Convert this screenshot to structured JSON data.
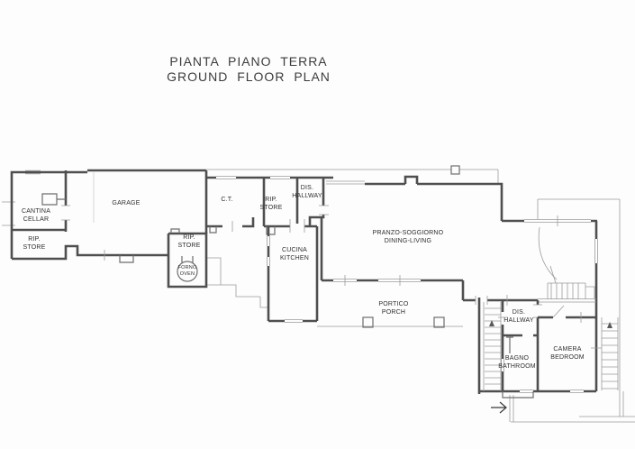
{
  "title": {
    "line1": "PIANTA PIANO TERRA",
    "line2": "GROUND FLOOR PLAN"
  },
  "rooms": {
    "cantina": {
      "line1": "CANTINA",
      "line2": "CELLAR"
    },
    "store_left": {
      "line1": "RIP.",
      "line2": "STORE"
    },
    "garage": {
      "line1": "GARAGE",
      "line2": ""
    },
    "ct": {
      "line1": "C.T.",
      "line2": ""
    },
    "store_mid": {
      "line1": "RIP.",
      "line2": "STORE"
    },
    "hallway_top": {
      "line1": "DIS.",
      "line2": "HALLWAY"
    },
    "store_oven": {
      "line1": "RIP.",
      "line2": "STORE"
    },
    "forno": {
      "line1": "FORNO",
      "line2": "OVEN"
    },
    "cucina": {
      "line1": "CUCINA",
      "line2": "KITCHEN"
    },
    "pranzo": {
      "line1": "PRANZO-SOGGIORNO",
      "line2": "DINING-LIVING"
    },
    "portico": {
      "line1": "PORTICO",
      "line2": "PORCH"
    },
    "hallway_right": {
      "line1": "DIS.",
      "line2": "HALLWAY"
    },
    "bagno": {
      "line1": "BAGNO",
      "line2": "BATHROOM"
    },
    "camera": {
      "line1": "CAMERA",
      "line2": "BEDROOM"
    }
  },
  "colors": {
    "background": "#fdfdfd",
    "wall": "#4f4f4f",
    "medium_line": "#6e6e6e",
    "thin_line": "#9b9b9b",
    "window_fill": "#b0b0b0",
    "text": "#2e2e2e"
  }
}
